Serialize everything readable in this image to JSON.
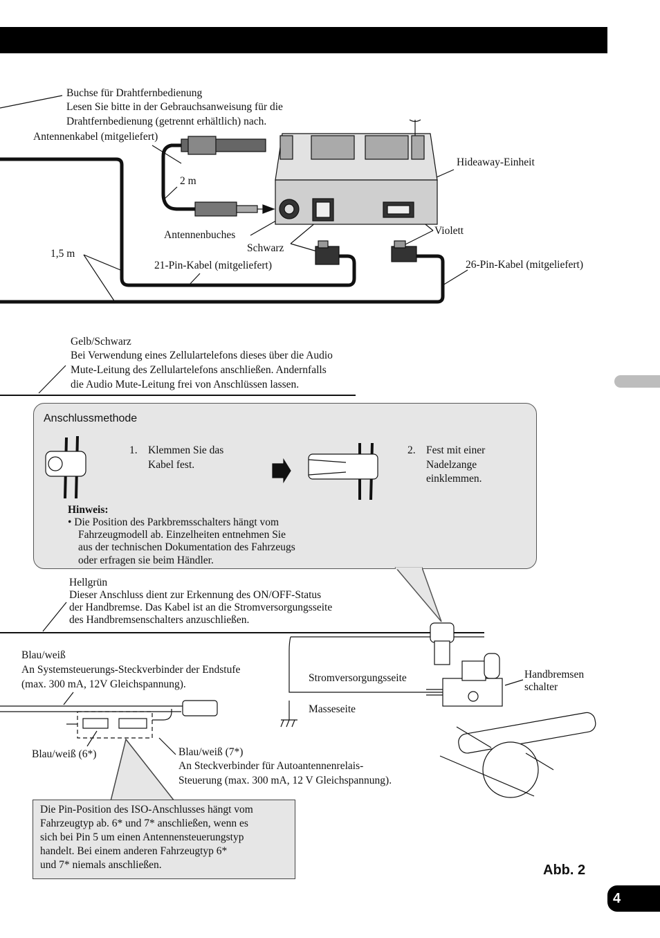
{
  "top": {
    "remote_jack_title": "Buchse für Drahtfernbedienung",
    "remote_jack_line1": "Lesen Sie bitte in der Gebrauchsanweisung für die",
    "remote_jack_line2": "Drahtfernbedienung (getrennt erhältlich) nach.",
    "antenna_cable": "Antennenkabel (mitgeliefert)",
    "length_2m": "2 m",
    "hideaway_unit": "Hideaway-Einheit",
    "antenna_jack": "Antennenbuches",
    "black": "Schwarz",
    "violet": "Violett",
    "length_1_5m": "1,5 m",
    "pin21_cable": "21-Pin-Kabel (mitgeliefert)",
    "pin26_cable": "26-Pin-Kabel (mitgeliefert)"
  },
  "mute": {
    "color": "Gelb/Schwarz",
    "line1": "Bei Verwendung eines Zellulartelefons dieses über die Audio",
    "line2": "Mute-Leitung des Zellulartelefons anschließen. Andernfalls",
    "line3": "die Audio Mute-Leitung frei von Anschlüssen lassen."
  },
  "method": {
    "title": "Anschlussmethode",
    "step1_num": "1.",
    "step1_line1": "Klemmen Sie das",
    "step1_line2": "Kabel fest.",
    "step2_num": "2.",
    "step2_line1": "Fest mit einer",
    "step2_line2": "Nadelzange",
    "step2_line3": "einklemmen.",
    "note_title": "Hinweis:",
    "note_line1": "•  Die Position des Parkbremsschalters hängt vom",
    "note_line2": "Fahrzeugmodell ab. Einzelheiten entnehmen Sie",
    "note_line3": "aus der technischen Dokumentation des Fahrzeugs",
    "note_line4": "oder erfragen sie beim Händler."
  },
  "handbrake": {
    "color": "Hellgrün",
    "line1": "Dieser Anschluss dient zur Erkennung des ON/OFF-Status",
    "line2": "der Handbremse. Das Kabel ist an die Stromversorgungsseite",
    "line3": "des Handbremsenschalters anzuschließen.",
    "power_side": "Stromversorgungsseite",
    "ground_side": "Masseseite",
    "switch_line1": "Handbremsen",
    "switch_line2": "schalter"
  },
  "bluewhite": {
    "color": "Blau/weiß",
    "line1": "An Systemsteuerungs-Steckverbinder der Endstufe",
    "line2": "(max. 300 mA, 12V Gleichspannung).",
    "pin6": "Blau/weiß (6*)",
    "pin7": "Blau/weiß (7*)",
    "pin7_line1": "An Steckverbinder für Autoantennenrelais-",
    "pin7_line2": "Steuerung (max. 300 mA, 12 V Gleichspannung)."
  },
  "iso": {
    "line1": "Die Pin-Position des ISO-Anschlusses hängt vom",
    "line2": "Fahrzeugtyp ab. 6* und 7* anschließen, wenn es",
    "line3": "sich bei Pin 5 um einen Antennensteuerungstyp",
    "line4": "handelt. Bei einem anderen Fahrzeugtyp 6*",
    "line5": "und 7* niemals anschließen."
  },
  "footer": {
    "figure_label": "Abb. 2",
    "page_number": "4"
  }
}
